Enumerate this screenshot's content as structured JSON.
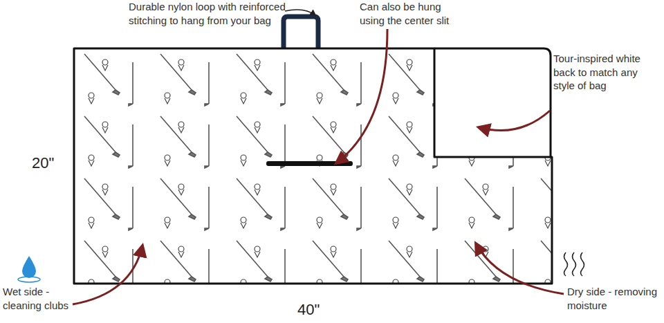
{
  "diagram": {
    "labels": [
      "Durable nylon loop with reinforced stitching to hang from your bag",
      "Can also be hung using the center slit",
      "Tour-inspired white back to match any style of bag",
      "20\"",
      "Wet side - cleaning clubs",
      "40\"",
      "Dry side - removing moisture"
    ]
  }
}
